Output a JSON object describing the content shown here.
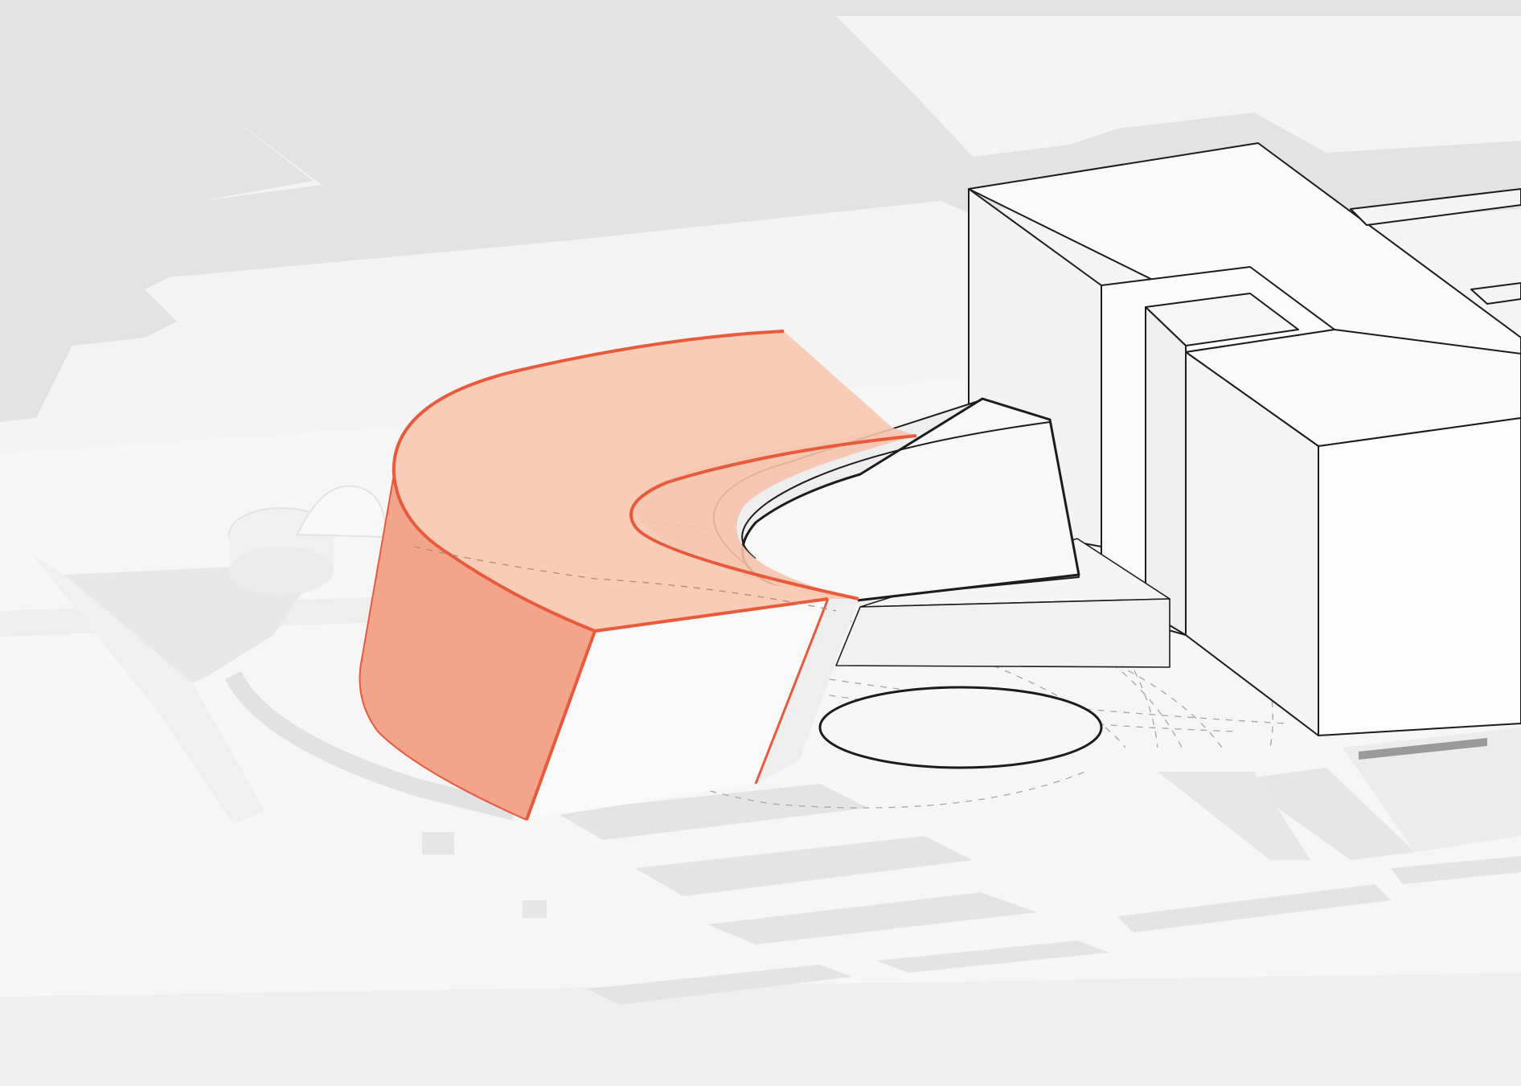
{
  "diagram": {
    "kind": "axonometric massing diagram",
    "labels": [],
    "elements": [
      {
        "id": "background-city-blocks",
        "role": "context"
      },
      {
        "id": "site-ground",
        "role": "context"
      },
      {
        "id": "tower-building",
        "role": "existing building"
      },
      {
        "id": "curved-volume",
        "role": "highlighted volume"
      },
      {
        "id": "wedge-volume",
        "role": "secondary volume"
      },
      {
        "id": "plaza-oval",
        "role": "plaza"
      },
      {
        "id": "dome-structure",
        "role": "context"
      },
      {
        "id": "radial-dashed-lines",
        "role": "geometry guide"
      }
    ]
  },
  "colors": {
    "background": "#f4f4f4",
    "context_block": "#e3e3e3",
    "ground": "#ececec",
    "building_face": "#fbfbfb",
    "building_shadow": "#ebebeb",
    "outline": "#1c1c1c",
    "accent_stroke": "#e95a3d",
    "accent_fill_light": "#f8ccb6",
    "accent_fill_dark": "#f3a58c",
    "dashed_line": "#9a9a9a"
  }
}
